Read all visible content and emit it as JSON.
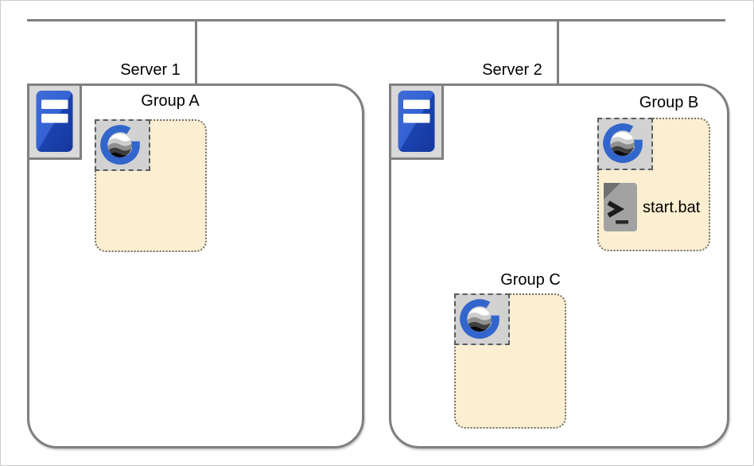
{
  "servers": [
    {
      "label": "Server 1"
    },
    {
      "label": "Server 2"
    }
  ],
  "groups": [
    {
      "label": "Group A",
      "server": 0,
      "items": []
    },
    {
      "label": "Group B",
      "server": 1,
      "items": [
        {
          "label": "start.bat",
          "type": "batch-file"
        }
      ]
    },
    {
      "label": "Group C",
      "server": 1,
      "items": []
    }
  ],
  "icons": {
    "server": "server-tower-icon",
    "group_anchor": "globe-g-icon",
    "batch_file": "batch-file-icon"
  },
  "colors": {
    "connector_gray": "#7f7f7f",
    "server_border_gray": "#7f7f7f",
    "group_fill_cream": "#fcefd1",
    "group_border_gray": "#6f6f6f",
    "icon_tile_gray": "#d2d2d2",
    "server_tile_gray": "#d9d9d9",
    "logo_blue": "#3366cc",
    "tower_blue_light": "#3562d3",
    "tower_blue_dark": "#15389e",
    "file_gray": "#a2a2a2",
    "file_fold_gray": "#707070",
    "label_black": "#000000"
  }
}
